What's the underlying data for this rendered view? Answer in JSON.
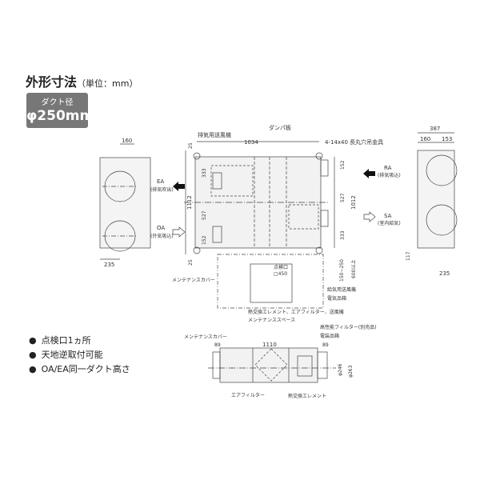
{
  "title": "外形寸法",
  "unit": "（単位：mm）",
  "duct": {
    "label": "ダクト径",
    "size": "φ250mm"
  },
  "left_view": {
    "dim_top": "160",
    "dim_bottom": "235",
    "ea": "EA",
    "ea_sub": "(排気吹出)",
    "oa": "OA",
    "oa_sub": "(外気吸込)"
  },
  "plan": {
    "fan_exhaust": "排気用送風機",
    "damper": "ダンパ板",
    "width": "1034",
    "hanger": "4-14x40  長丸穴吊金具",
    "d25a": "25",
    "d333a": "333",
    "d527a": "527",
    "d152a": "152",
    "d25b": "25",
    "height": "1112",
    "d152b": "152",
    "d527b": "527",
    "d333b": "333",
    "depth": "1012",
    "inspect": "点検口",
    "inspect_size": "□450",
    "range": "150~250",
    "space600": "600以上",
    "fan_supply": "給気用送風機",
    "elec": "電気品箱",
    "cover": "メンテナンスカバー",
    "parts": "熱交換エレメント、エアフィルター、送風機",
    "space": "メンテナンススペース"
  },
  "right_view": {
    "ra": "RA",
    "ra_sub": "(排気吸込)",
    "sa": "SA",
    "sa_sub": "(室内給気)",
    "dim387": "387",
    "dim160": "160",
    "dim153": "153",
    "dim117": "117",
    "dim235": "235"
  },
  "bullets": [
    "点検口1ヵ所",
    "天地逆取付可能",
    "OA/EA同一ダクト高さ"
  ],
  "bottom_view": {
    "cover": "メンテナンスカバー",
    "filter_hp": "高性能フィルター(別売品)",
    "elec": "電装品箱",
    "d89a": "89",
    "length": "1110",
    "d89b": "89",
    "phi246": "φ246",
    "phi263": "φ263",
    "air_filter": "エアフィルター",
    "element": "熱交換エレメント"
  }
}
